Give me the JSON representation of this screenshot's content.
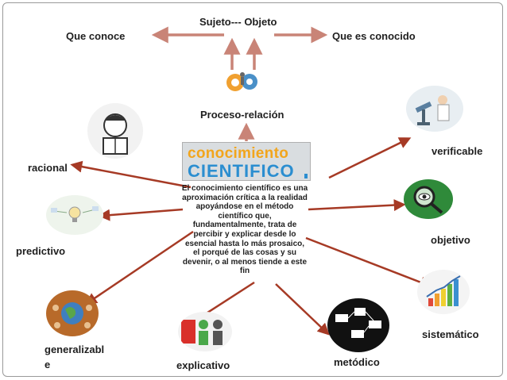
{
  "top": {
    "sujeto_objeto": "Sujeto--- Objeto",
    "que_conoce": "Que conoce",
    "que_es_conocido": "Que es conocido",
    "proceso_relacion": "Proceso-relación"
  },
  "logo": {
    "line1": "conocimiento",
    "line2": "CIENTIFICO"
  },
  "definition": "El conocimiento científico es una aproximación crítica a la realidad apoyándose en el método científico que, fundamentalmente, trata de percibir y explicar desde lo esencial hasta lo más prosaico, el porqué de las cosas y su devenir, o al menos tiende a este fin",
  "characteristics": {
    "racional": "racional",
    "predictivo": "predictivo",
    "generalizable_1": "generalizabl",
    "generalizable_2": "e",
    "explicativo": "explicativo",
    "metodico": "metódico",
    "sistematico": "sistemático",
    "objetivo": "objetivo",
    "verificable": "verificable"
  },
  "colors": {
    "top_arrow": "#c98477",
    "spoke_arrow": "#a63a25",
    "logo_orange": "#f2a51c",
    "logo_blue": "#2b8ed0"
  },
  "icons": {
    "racional": "thinking-man-icon",
    "predictivo": "lightbulb-diagram-icon",
    "generalizable": "world-people-icon",
    "explicativo": "presentation-people-icon",
    "metodico": "flowchart-icon",
    "sistematico": "bar-chart-growth-icon",
    "objetivo": "magnifier-eye-icon",
    "verificable": "scientist-microscope-icon",
    "proceso": "gears-people-icon"
  }
}
